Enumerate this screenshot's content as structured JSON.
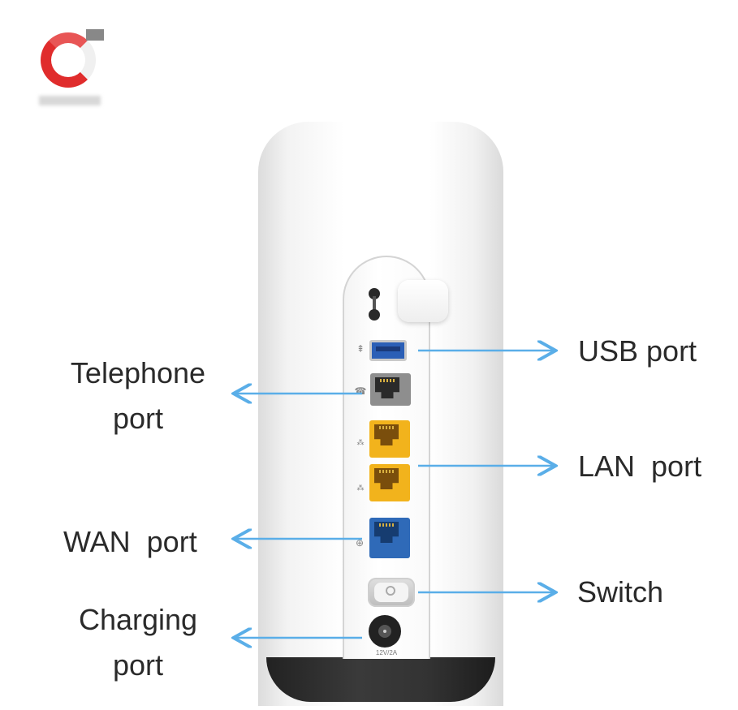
{
  "labels": {
    "usb": "USB port",
    "telephone_line1": "Telephone",
    "telephone_line2": "port",
    "lan": "LAN  port",
    "wan": "WAN  port",
    "switch": "Switch",
    "charging_line1": "Charging",
    "charging_line2": "port"
  },
  "device": {
    "power_rating": "12V/2A"
  },
  "colors": {
    "arrow": "#5aaee8",
    "lan_port": "#f2b31c",
    "wan_port": "#2f6ab8",
    "usb_port": "#2b5fb6",
    "logo_red": "#e02c2c",
    "label_text": "#2a2a2a"
  },
  "icons": [
    "logo-icon",
    "usb-icon",
    "phone-icon",
    "network-icon",
    "globe-icon",
    "power-icon"
  ]
}
